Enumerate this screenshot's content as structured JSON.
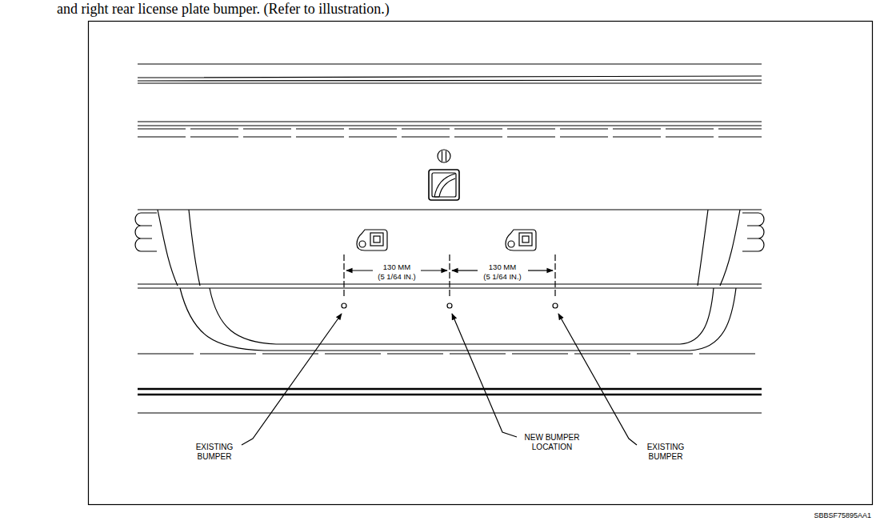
{
  "diagram": {
    "labels": [
      "and right rear license plate bumper. (Refer to illustration.)",
      "130 MM",
      "(5 1/64 IN.)",
      "130 MM",
      "(5 1/64 IN.)",
      "EXISTING BUMPER",
      "NEW BUMPER LOCATION",
      "EXISTING BUMPER",
      "SBBSF75895AA1"
    ]
  }
}
